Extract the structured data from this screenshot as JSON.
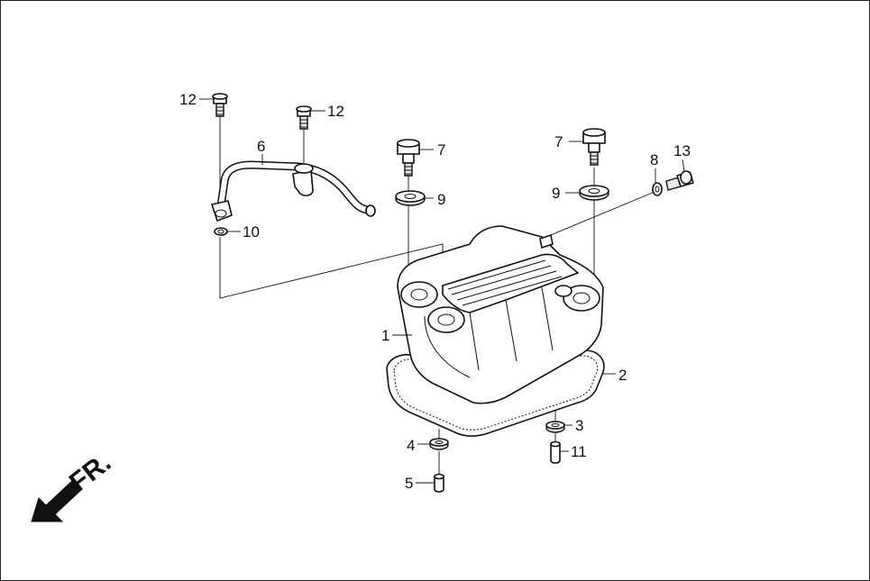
{
  "diagram": {
    "callouts": [
      {
        "id": "c12a",
        "label": "12"
      },
      {
        "id": "c12b",
        "label": "12"
      },
      {
        "id": "c6",
        "label": "6"
      },
      {
        "id": "c10",
        "label": "10"
      },
      {
        "id": "c7a",
        "label": "7"
      },
      {
        "id": "c9a",
        "label": "9"
      },
      {
        "id": "c7b",
        "label": "7"
      },
      {
        "id": "c9b",
        "label": "9"
      },
      {
        "id": "c8",
        "label": "8"
      },
      {
        "id": "c13",
        "label": "13"
      },
      {
        "id": "c1",
        "label": "1"
      },
      {
        "id": "c2",
        "label": "2"
      },
      {
        "id": "c3",
        "label": "3"
      },
      {
        "id": "c4",
        "label": "4"
      },
      {
        "id": "c11",
        "label": "11"
      },
      {
        "id": "c5",
        "label": "5"
      }
    ],
    "direction_label": "FR."
  }
}
